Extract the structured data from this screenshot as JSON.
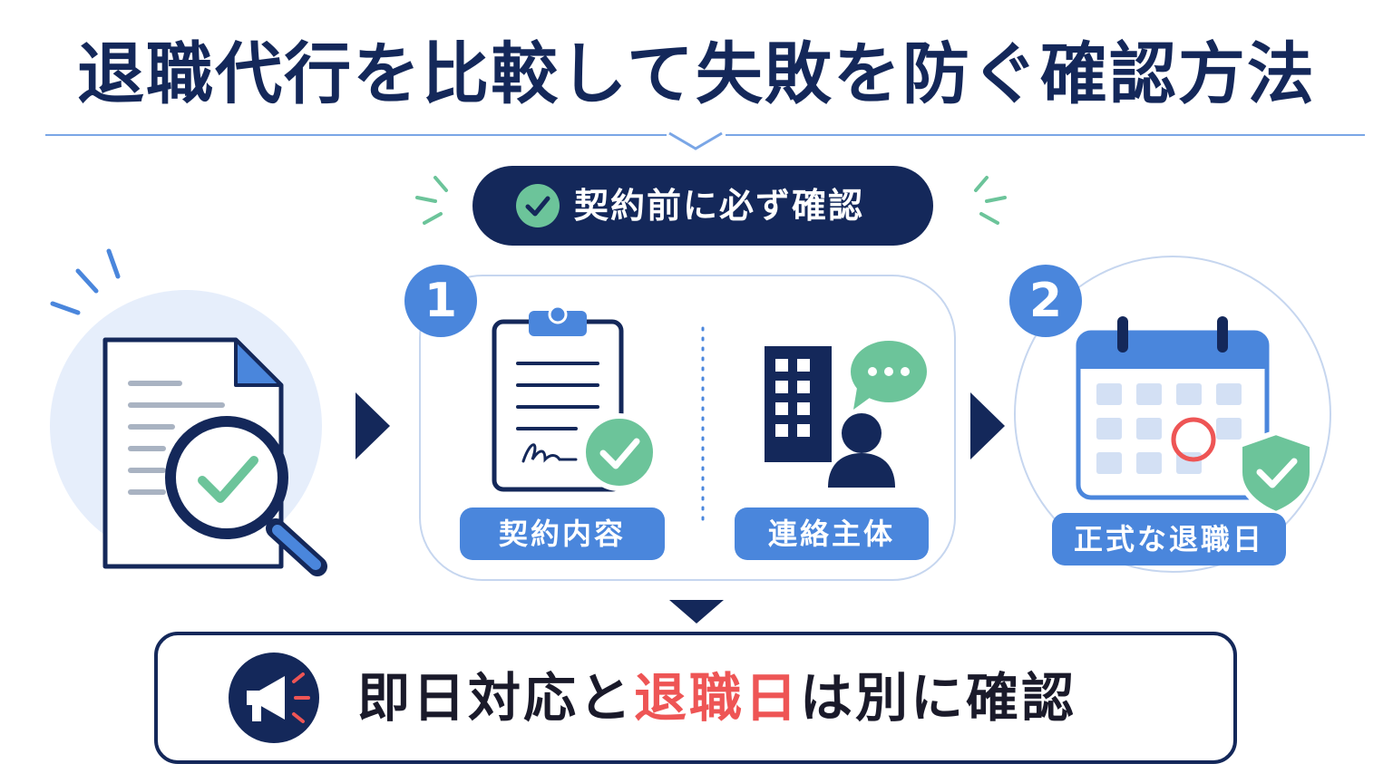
{
  "title": "退職代行を比較して失敗を防ぐ確認方法",
  "check_pill": {
    "text": "契約前に必ず確認",
    "icon": "check-circle-icon"
  },
  "steps": [
    {
      "badge": "1",
      "items": [
        {
          "label": "契約内容",
          "icon": "clipboard-contract-icon"
        },
        {
          "label": "連絡主体",
          "icon": "building-person-chat-icon"
        }
      ]
    },
    {
      "badge": "2",
      "items": [
        {
          "label": "正式な退職日",
          "icon": "calendar-shield-icon"
        }
      ]
    }
  ],
  "start_icon": "document-magnifier-check-icon",
  "bottom": {
    "icon": "megaphone-icon",
    "text_before": "即日対応と",
    "text_highlight": "退職日",
    "text_after": "は別に確認"
  },
  "colors": {
    "navy": "#14285a",
    "blue": "#4a86dc",
    "green": "#6cc49a",
    "red": "#ee5555",
    "light_blue": "#e6eefb"
  }
}
